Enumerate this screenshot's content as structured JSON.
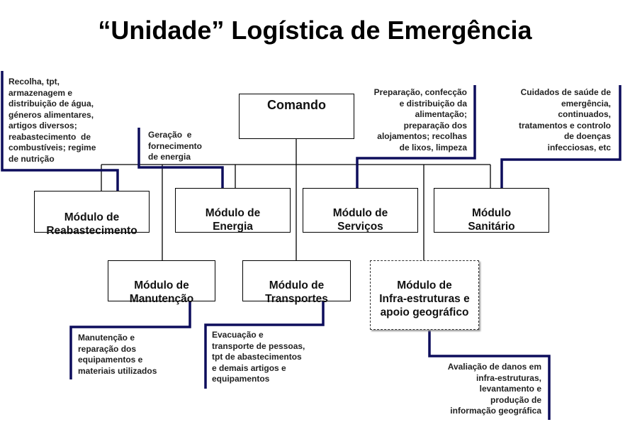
{
  "title": "“Unidade” Logística de Emergência",
  "colors": {
    "connector": "#000000",
    "annotation_bracket": "#0d0d5c"
  },
  "command": {
    "label": "Comando"
  },
  "modules": {
    "reabastecimento": {
      "label": "Módulo de\nReabastecimento"
    },
    "energia": {
      "label": "Módulo de\nEnergia"
    },
    "servicos": {
      "label": "Módulo de\nServiços"
    },
    "sanitario": {
      "label": "Módulo\nSanitário"
    },
    "manutencao": {
      "label": "Módulo de\nManutenção"
    },
    "transportes": {
      "label": "Módulo de\nTransportes"
    },
    "infraestruturas": {
      "label": "Módulo de\nInfra-estruturas e\napoio geográfico"
    }
  },
  "notes": {
    "reabastecimento": "Recolha, tpt,\narmazenagem e\ndistribuição de água,\ngéneros alimentares,\nartigos diversos;\nreabastecimento  de\ncombustíveis; regime\nde nutrição",
    "energia": "Geração  e\nfornecimento\nde energia",
    "servicos": "Preparação, confecção\ne distribuição da\nalimentação;\npreparação dos\nalojamentos; recolhas\nde lixos, limpeza",
    "sanitario": "Cuidados de saúde de\nemergência,\ncontinuados,\ntratamentos e controlo\nde doenças\ninfecciosas, etc",
    "manutencao": "Manutenção e\nreparação dos\nequipamentos e\nmateriais utilizados",
    "transportes": "Evacuação e\ntransporte de pessoas,\ntpt de abastecimentos\ne demais artigos e\nequipamentos",
    "infraestruturas": "Avaliação de danos em\ninfra-estruturas,\nlevantamento e\nprodução de\ninformação geográfica"
  }
}
